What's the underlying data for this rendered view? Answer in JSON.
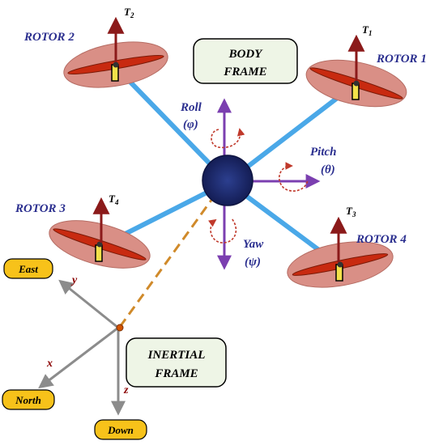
{
  "frames": {
    "body_line1": "BODY",
    "body_line2": "FRAME",
    "inertial_line1": "INERTIAL",
    "inertial_line2": "FRAME"
  },
  "rotors": {
    "r1": "ROTOR 1",
    "r2": "ROTOR 2",
    "r3": "ROTOR 3",
    "r4": "ROTOR 4"
  },
  "thrusts": {
    "t1": "T",
    "t1_sub": "1",
    "t2": "T",
    "t2_sub": "2",
    "t3": "T",
    "t3_sub": "3",
    "t4": "T",
    "t4_sub": "4"
  },
  "rotations": {
    "roll": "Roll",
    "roll_symbol": "(φ)",
    "pitch": "Pitch",
    "pitch_symbol": "(θ)",
    "yaw": "Yaw",
    "yaw_symbol": "(ψ)"
  },
  "inertial_axes": {
    "x": "x",
    "y": "y",
    "z": "z",
    "east": "East",
    "north": "North",
    "down": "Down"
  },
  "colors": {
    "arm": "#4aa8e8",
    "hub": "#1d2b6e",
    "rotor_disk": "#d98f86",
    "blade": "#c82a10",
    "thrust_arrow": "#8b1a1a",
    "body_axis": "#7b3fb0",
    "rotation_arrow": "#c0392b",
    "inertial_axis": "#8c8c8c",
    "dashed_link": "#d08a2a",
    "direction_box": "#f7c21a",
    "frame_box": "#eef5e6"
  }
}
